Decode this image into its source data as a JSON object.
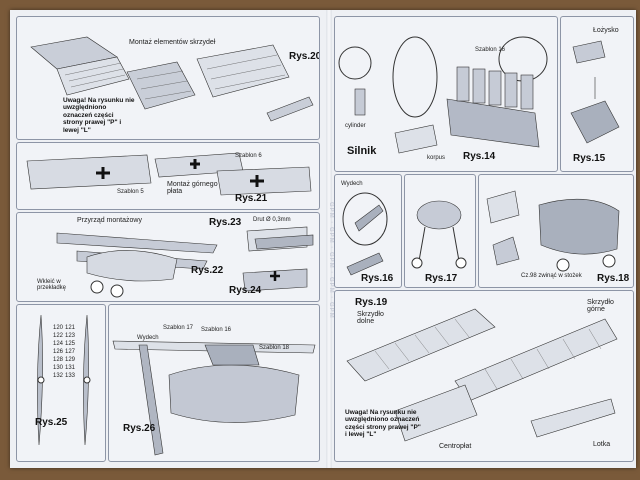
{
  "side_text": "GPM · GPM · GPM · GPM · GPM",
  "panels": {
    "rys20": {
      "label": "Rys.20",
      "title": "Montaż elementów skrzydeł",
      "note": "Uwaga! Na rysunku nie uwzględniono oznaczeń części strony prawej \"P\" i lewej \"L\""
    },
    "rys14": {
      "label": "Rys.14",
      "silnik": "Silnik",
      "cylinder": "cylinder",
      "korpus": "korpus",
      "szablon": "Szablon 16"
    },
    "rys15": {
      "label": "Rys.15",
      "lozysko": "Łożysko"
    },
    "rys21": {
      "label": "Rys.21",
      "title": "Montaż górnego płata",
      "szablon6": "Szablon 6",
      "szablon5": "Szablon 5"
    },
    "rys16": {
      "label": "Rys.16",
      "wydech": "Wydech"
    },
    "rys17": {
      "label": "Rys.17"
    },
    "rys18": {
      "label": "Rys.18",
      "note": "Cz.98 zwinąć w stożek"
    },
    "rys23": {
      "label": "Rys.23",
      "title": "Przyrząd montażowy",
      "drut": "Drut Ø 0,3mm"
    },
    "rys22": {
      "label": "Rys.22",
      "note": "Wkleić w przekładkę"
    },
    "rys24": {
      "label": "Rys.24"
    },
    "rys19": {
      "label": "Rys.19",
      "skrzydlo_dolne": "Skrzydło dolne",
      "skrzydlo_gorne": "Skrzydło górne",
      "centroplat": "Centropłat",
      "lotka": "Lotka",
      "note": "Uwaga! Na rysunku nie uwzględniono oznaczeń części strony prawej \"P\" i lewej \"L\""
    },
    "rys25": {
      "label": "Rys.25",
      "numbers": [
        "120",
        "121",
        "122",
        "123",
        "124",
        "125",
        "126",
        "127",
        "128",
        "129",
        "130",
        "131",
        "132",
        "133"
      ]
    },
    "rys26": {
      "label": "Rys.26",
      "szablon17": "Szablon 17",
      "szablon18": "Szablon 18",
      "wydech": "Wydech",
      "szablon16": "Szablon 16"
    }
  }
}
